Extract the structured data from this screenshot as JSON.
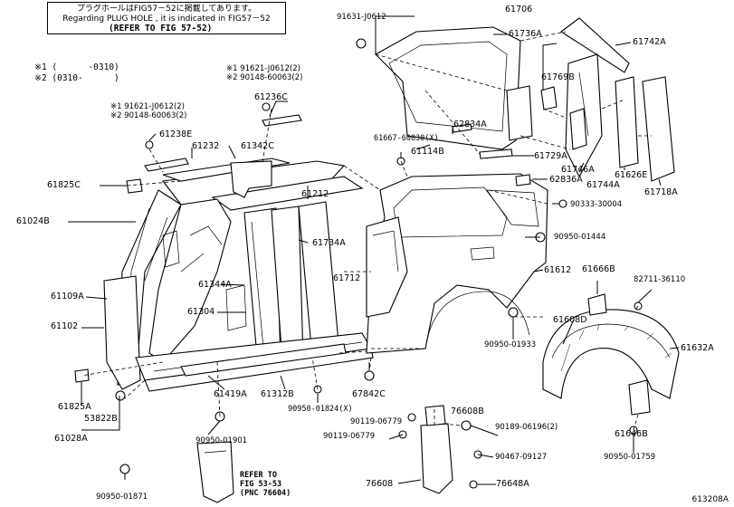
{
  "note": {
    "line_jp": "プラグホールはFIG57－52に掲載してあります。",
    "line_en": "Regarding PLUG HOLE , it is indicated in FIG57－52",
    "refer": "(REFER TO FIG 57-52)"
  },
  "legend": {
    "star1": "※1 (      -0310)",
    "star2": "※2 (0310-      )"
  },
  "refer_bottom": "REFER TO\nFIG 53-53\n(PNC 76604)",
  "catalog_number": "613208A",
  "labels": {
    "p91631_J0612": "91631-J0612",
    "p61706": "61706",
    "p61736A": "61736A",
    "p61742A": "61742A",
    "p91621_a": "※1 91621-J0612(2)",
    "p90148_a": "※2 90148-60063(2)",
    "p61236C": "61236C",
    "p91621_b": "※1 91621-J0612(2)",
    "p90148_b": "※2 90148-60063(2)",
    "p61238E": "61238E",
    "p61232": "61232",
    "p61342C": "61342C",
    "p61769B": "61769B",
    "p62834A": "62834A",
    "p61667": "61667-60030(X)",
    "p61114B": "61114B",
    "p61729A": "61729A",
    "p61746A": "61746A",
    "p61626E": "61626E",
    "p61825C": "61825C",
    "p61212": "61212",
    "p62836A": "62836A",
    "p61744A": "61744A",
    "p61718A": "61718A",
    "p90333": "90333-30004",
    "p61024B": "61024B",
    "p61734A": "61734A",
    "p90950_01444": "90950-01444",
    "p61712": "61712",
    "p61612": "61612",
    "p61666B": "61666B",
    "p82711": "82711-36110",
    "p61344A": "61344A",
    "p61109A": "61109A",
    "p61304": "61304",
    "p61608D": "61608D",
    "p61102": "61102",
    "p90950_01933": "90950-01933",
    "p61632A": "61632A",
    "p61825A": "61825A",
    "p61419A": "61419A",
    "p61312B": "61312B",
    "p67842C": "67842C",
    "p90950_01824": "90950-01824(X)",
    "p76608B": "76608B",
    "p53822B": "53822B",
    "p90119_a": "90119-06779",
    "p90189": "90189-06196(2)",
    "p61028A": "61028A",
    "p90950_01901": "90950-01901",
    "p90119_b": "90119-06779",
    "p90467": "90467-09127",
    "p61646B": "61646B",
    "p90950_01759": "90950-01759",
    "p90950_01871": "90950-01871",
    "p76608": "76608",
    "p76648A": "76648A"
  }
}
